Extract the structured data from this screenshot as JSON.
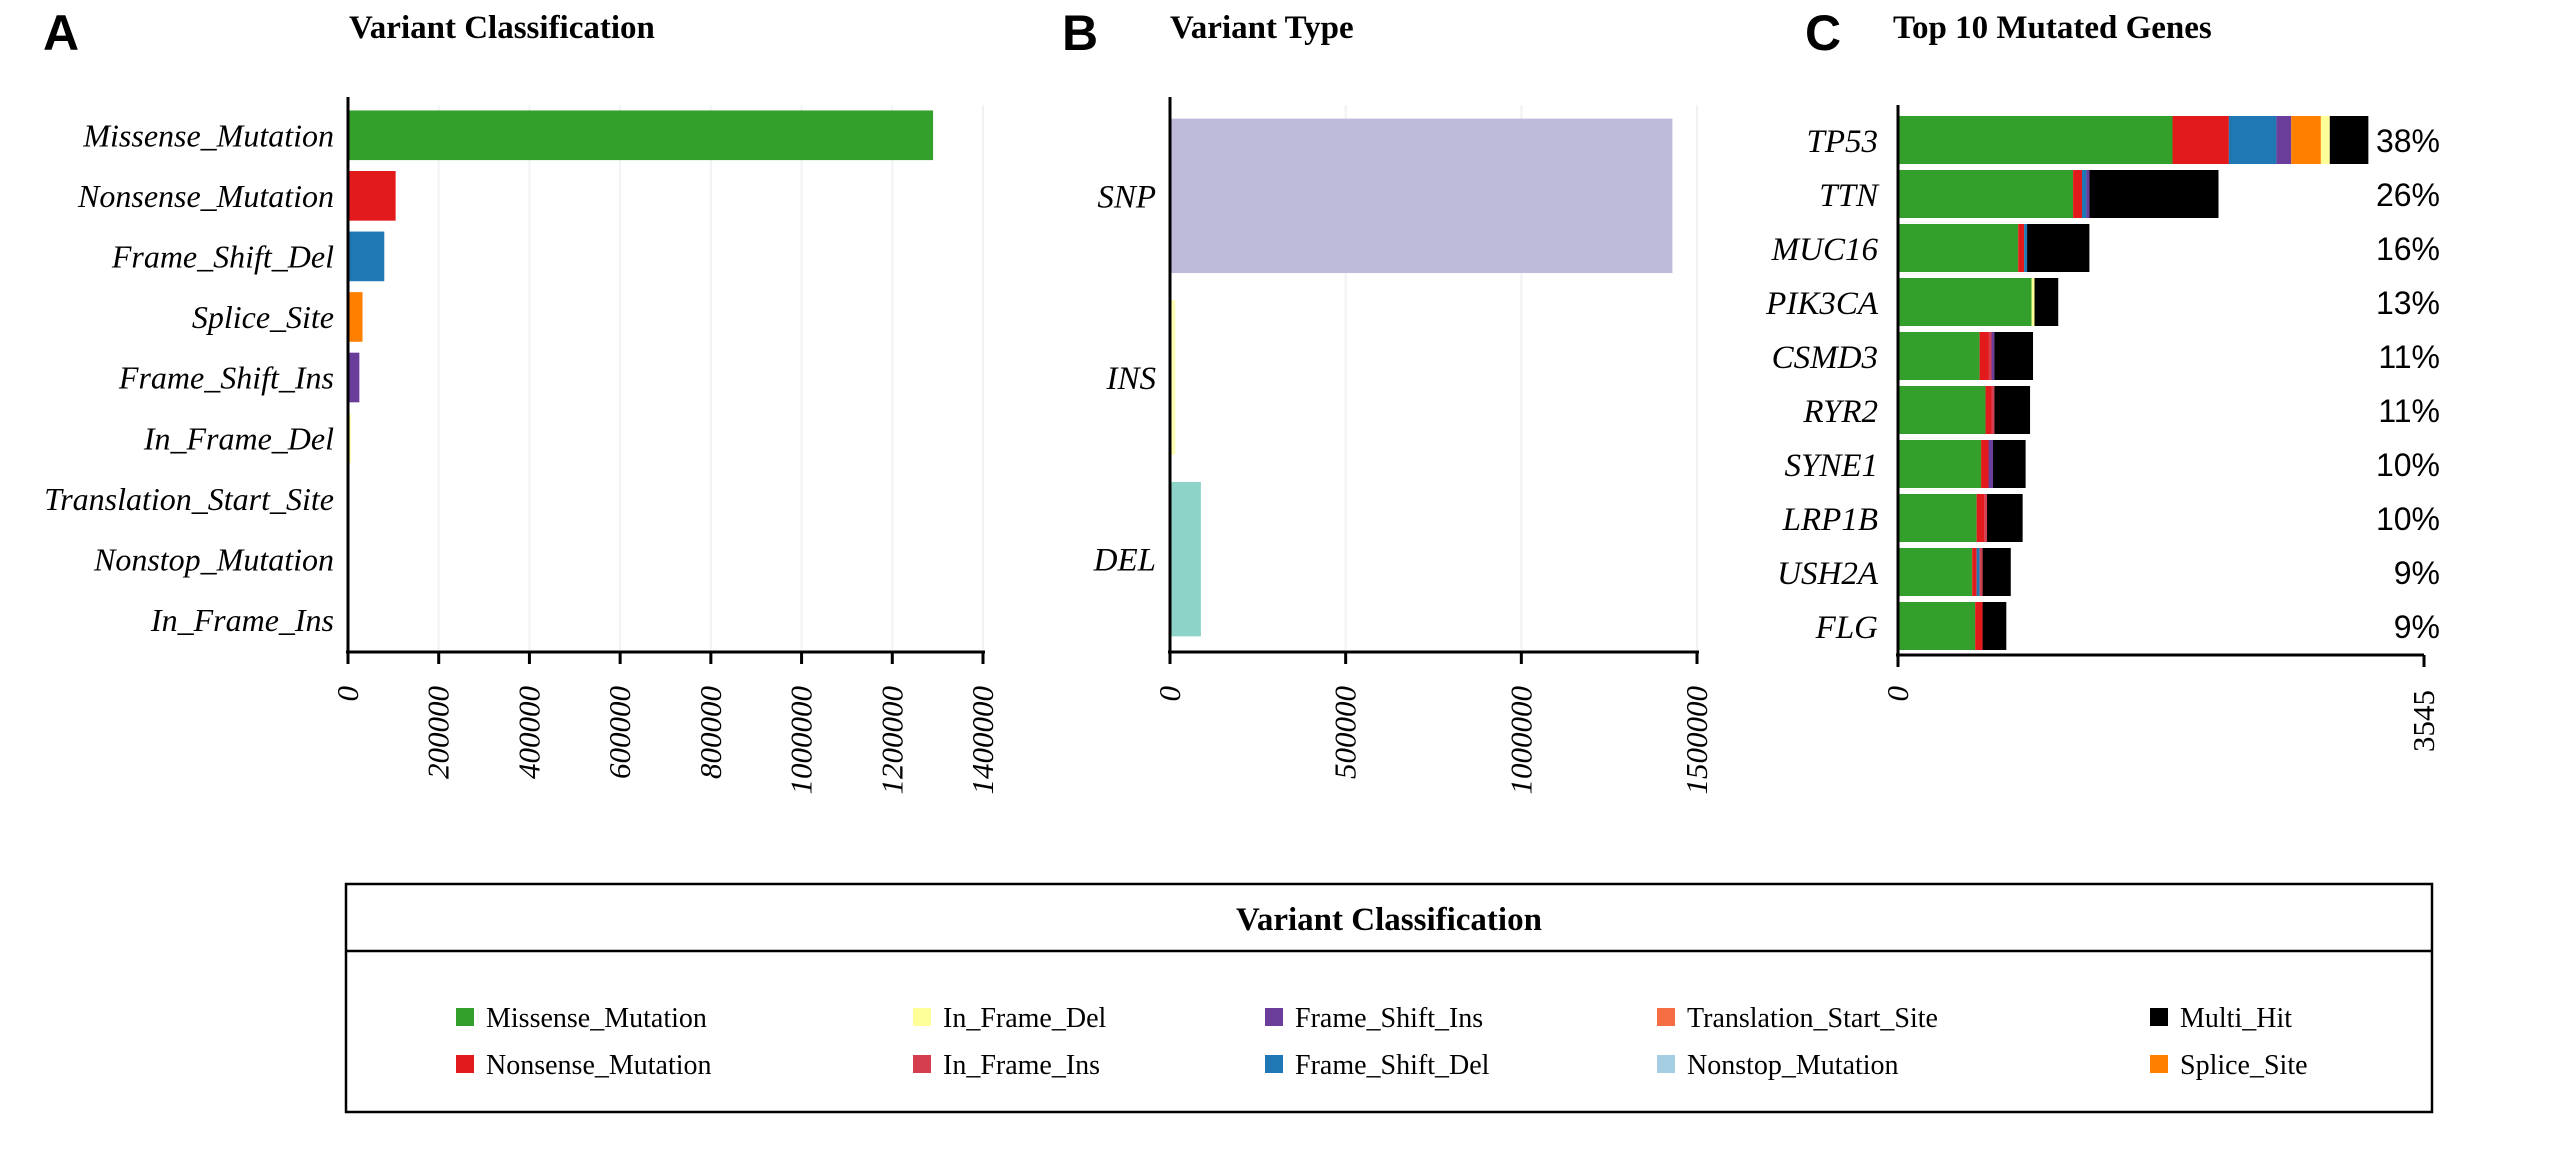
{
  "colors": {
    "Missense_Mutation": "#33a02c",
    "Nonsense_Mutation": "#e31a1c",
    "Frame_Shift_Del": "#1f78b4",
    "Splice_Site": "#ff7f00",
    "Frame_Shift_Ins": "#6a3d9a",
    "In_Frame_Del": "#ffff99",
    "In_Frame_Ins": "#d53e4f",
    "Translation_Start_Site": "#f46d43",
    "Nonstop_Mutation": "#a6cee3",
    "Multi_Hit": "#000000",
    "SNP": "#bebada",
    "INS": "#ffffb3",
    "DEL": "#8dd3c7"
  },
  "chart_data": [
    {
      "panel": "A",
      "type": "bar",
      "orientation": "horizontal",
      "title": "Variant Classification",
      "categories": [
        "Missense_Mutation",
        "Nonsense_Mutation",
        "Frame_Shift_Del",
        "Splice_Site",
        "Frame_Shift_Ins",
        "In_Frame_Del",
        "Translation_Start_Site",
        "Nonstop_Mutation",
        "In_Frame_Ins"
      ],
      "values": [
        1290000,
        105000,
        80000,
        32000,
        25000,
        6000,
        1000,
        800,
        600
      ],
      "xlim": [
        0,
        1400000
      ],
      "xticks": [
        "0",
        "200000",
        "400000",
        "600000",
        "800000",
        "1000000",
        "1200000",
        "1400000"
      ],
      "grid": true
    },
    {
      "panel": "B",
      "type": "bar",
      "orientation": "horizontal",
      "title": "Variant Type",
      "categories": [
        "SNP",
        "INS",
        "DEL"
      ],
      "values": [
        1430000,
        15000,
        88000
      ],
      "xlim": [
        0,
        1500000
      ],
      "xticks": [
        "0",
        "500000",
        "1000000",
        "1500000"
      ],
      "grid": true
    },
    {
      "panel": "C",
      "type": "bar",
      "stacked": true,
      "orientation": "horizontal",
      "title": "Top 10 Mutated Genes",
      "xlim": [
        0,
        3545
      ],
      "xticks": [
        "0",
        "3545"
      ],
      "genes": [
        {
          "name": "TP53",
          "pct": "38%",
          "segments": [
            {
              "type": "Missense_Mutation",
              "value": 1850
            },
            {
              "type": "Nonsense_Mutation",
              "value": 380
            },
            {
              "type": "Frame_Shift_Del",
              "value": 320
            },
            {
              "type": "Frame_Shift_Ins",
              "value": 100
            },
            {
              "type": "Splice_Site",
              "value": 200
            },
            {
              "type": "In_Frame_Del",
              "value": 60
            },
            {
              "type": "Multi_Hit",
              "value": 260
            }
          ]
        },
        {
          "name": "TTN",
          "pct": "26%",
          "segments": [
            {
              "type": "Missense_Mutation",
              "value": 1180
            },
            {
              "type": "Nonsense_Mutation",
              "value": 60
            },
            {
              "type": "Frame_Shift_Del",
              "value": 30
            },
            {
              "type": "Frame_Shift_Ins",
              "value": 20
            },
            {
              "type": "Multi_Hit",
              "value": 870
            }
          ]
        },
        {
          "name": "MUC16",
          "pct": "16%",
          "segments": [
            {
              "type": "Missense_Mutation",
              "value": 810
            },
            {
              "type": "Nonsense_Mutation",
              "value": 40
            },
            {
              "type": "Frame_Shift_Del",
              "value": 20
            },
            {
              "type": "Multi_Hit",
              "value": 420
            }
          ]
        },
        {
          "name": "PIK3CA",
          "pct": "13%",
          "segments": [
            {
              "type": "Missense_Mutation",
              "value": 900
            },
            {
              "type": "In_Frame_Del",
              "value": 20
            },
            {
              "type": "Multi_Hit",
              "value": 160
            }
          ]
        },
        {
          "name": "CSMD3",
          "pct": "11%",
          "segments": [
            {
              "type": "Missense_Mutation",
              "value": 550
            },
            {
              "type": "Nonsense_Mutation",
              "value": 60
            },
            {
              "type": "In_Frame_Ins",
              "value": 20
            },
            {
              "type": "Frame_Shift_Ins",
              "value": 20
            },
            {
              "type": "Multi_Hit",
              "value": 260
            }
          ]
        },
        {
          "name": "RYR2",
          "pct": "11%",
          "segments": [
            {
              "type": "Missense_Mutation",
              "value": 590
            },
            {
              "type": "Nonsense_Mutation",
              "value": 40
            },
            {
              "type": "In_Frame_Ins",
              "value": 20
            },
            {
              "type": "Multi_Hit",
              "value": 240
            }
          ]
        },
        {
          "name": "SYNE1",
          "pct": "10%",
          "segments": [
            {
              "type": "Missense_Mutation",
              "value": 560
            },
            {
              "type": "Nonsense_Mutation",
              "value": 50
            },
            {
              "type": "Frame_Shift_Ins",
              "value": 30
            },
            {
              "type": "Multi_Hit",
              "value": 220
            }
          ]
        },
        {
          "name": "LRP1B",
          "pct": "10%",
          "segments": [
            {
              "type": "Missense_Mutation",
              "value": 530
            },
            {
              "type": "Nonsense_Mutation",
              "value": 50
            },
            {
              "type": "In_Frame_Ins",
              "value": 20
            },
            {
              "type": "Multi_Hit",
              "value": 240
            }
          ]
        },
        {
          "name": "USH2A",
          "pct": "9%",
          "segments": [
            {
              "type": "Missense_Mutation",
              "value": 500
            },
            {
              "type": "Nonsense_Mutation",
              "value": 30
            },
            {
              "type": "Frame_Shift_Del",
              "value": 20
            },
            {
              "type": "In_Frame_Ins",
              "value": 20
            },
            {
              "type": "Multi_Hit",
              "value": 190
            }
          ]
        },
        {
          "name": "FLG",
          "pct": "9%",
          "segments": [
            {
              "type": "Missense_Mutation",
              "value": 520
            },
            {
              "type": "Nonsense_Mutation",
              "value": 50
            },
            {
              "type": "Multi_Hit",
              "value": 160
            }
          ]
        }
      ]
    }
  ],
  "panel_letters": [
    "A",
    "B",
    "C"
  ],
  "legend": {
    "title": "Variant Classification",
    "items": [
      [
        "Missense_Mutation",
        "Nonsense_Mutation"
      ],
      [
        "In_Frame_Del",
        "In_Frame_Ins"
      ],
      [
        "Frame_Shift_Ins",
        "Frame_Shift_Del"
      ],
      [
        "Translation_Start_Site",
        "Nonstop_Mutation"
      ],
      [
        "Multi_Hit",
        "Splice_Site"
      ]
    ]
  }
}
